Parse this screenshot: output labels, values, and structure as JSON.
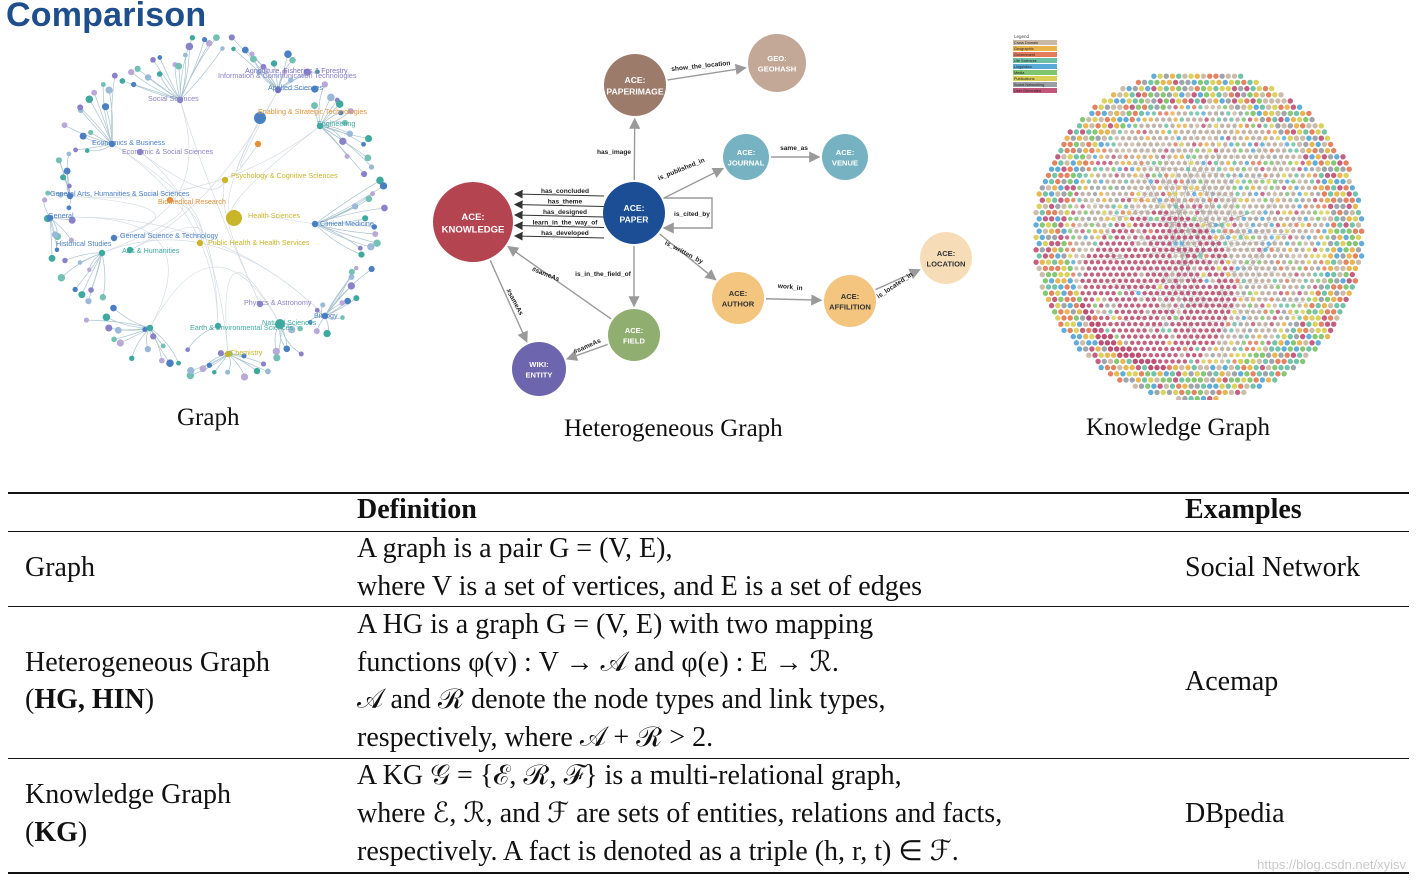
{
  "title": "Comparison",
  "panels": {
    "graph": {
      "caption": "Graph",
      "labels": [
        {
          "text": "Agriculture, Fisheries & Forestry",
          "color": "#7b6fbf"
        },
        {
          "text": "Information & Communication Technologies",
          "color": "#8a82c8"
        },
        {
          "text": "Applied Sciences",
          "color": "#4a7fc4"
        },
        {
          "text": "Social Sciences",
          "color": "#8a82c8"
        },
        {
          "text": "Enabling & Strategic Technologies",
          "color": "#e3923a"
        },
        {
          "text": "Engineering",
          "color": "#3fa9a0"
        },
        {
          "text": "Economics & Business",
          "color": "#4a7fc4"
        },
        {
          "text": "Economic & Social Sciences",
          "color": "#8a82c8"
        },
        {
          "text": "Psychology & Cognitive Sciences",
          "color": "#c9b52a"
        },
        {
          "text": "General Arts, Humanities & Social Sciences",
          "color": "#4a7fc4"
        },
        {
          "text": "Biomedical Research",
          "color": "#e3923a"
        },
        {
          "text": "Health Sciences",
          "color": "#c9b52a"
        },
        {
          "text": "Clinical Medicine",
          "color": "#4a7fc4"
        },
        {
          "text": "General",
          "color": "#4a7fc4"
        },
        {
          "text": "Historical Studies",
          "color": "#4a7fc4"
        },
        {
          "text": "General Science & Technology",
          "color": "#4a7fc4"
        },
        {
          "text": "Public Health & Health Services",
          "color": "#c9b52a"
        },
        {
          "text": "Arts & Humanities",
          "color": "#3fa9a0"
        },
        {
          "text": "Physics & Astronomy",
          "color": "#8a82c8"
        },
        {
          "text": "Biology",
          "color": "#4a7fc4"
        },
        {
          "text": "Natural Sciences",
          "color": "#3fa9a0"
        },
        {
          "text": "Earth & Environmental Sciences",
          "color": "#3fa9a0"
        },
        {
          "text": "Chemistry",
          "color": "#c9b52a"
        }
      ]
    },
    "hetero": {
      "caption": "Heterogeneous Graph",
      "nodes": {
        "paperimage": {
          "line1": "ACE:",
          "line2": "PAPERIMAGE",
          "color": "#9c7b6b"
        },
        "geohash": {
          "line1": "GEO:",
          "line2": "GEOHASH",
          "color": "#c3a797"
        },
        "journal": {
          "line1": "ACE:",
          "line2": "JOURNAL",
          "color": "#76b2c1"
        },
        "venue": {
          "line1": "ACE:",
          "line2": "VENUE",
          "color": "#76b2c1"
        },
        "knowledge": {
          "line1": "ACE:",
          "line2": "KNOWLEDGE",
          "color": "#b44450"
        },
        "paper": {
          "line1": "ACE:",
          "line2": "PAPER",
          "color": "#1b4e95"
        },
        "author": {
          "line1": "ACE:",
          "line2": "AUTHOR",
          "color": "#f3c57e"
        },
        "affilition": {
          "line1": "ACE:",
          "line2": "AFFILITION",
          "color": "#f3c57e"
        },
        "location": {
          "line1": "ACE:",
          "line2": "LOCATION",
          "color": "#f7dcb8"
        },
        "field": {
          "line1": "ACE:",
          "line2": "FIELD",
          "color": "#8fae6f"
        },
        "wiki": {
          "line1": "WIKI:",
          "line2": "ENTITY",
          "color": "#6d65ad"
        }
      },
      "edges": {
        "show_the_location": "show_the_location",
        "has_image": "has_image",
        "is_published_in": "is_published_in",
        "same_as": "same_as",
        "has_concluded": "has_concluded",
        "has_theme": "has_theme",
        "has_designed": "has_designed",
        "learn_in_the_way_of": "learn_in_the_way_of",
        "has_developed": "has_developed",
        "is_cited_by": "is_cited_by",
        "is_written_by": "is_written_by",
        "work_in": "work_in",
        "is_located_in": "is_located_in",
        "is_in_the_field_of": "is_in_the_field_of",
        "sameAs_1": "#sameAs",
        "sameAs_2": "#sameAs",
        "sameAs_3": "#sameAs"
      }
    },
    "kg": {
      "caption": "Knowledge Graph",
      "legend_title": "Legend",
      "legend_items": [
        {
          "text": "Cross Domain",
          "color": "#c9b9a6"
        },
        {
          "text": "Geographic",
          "color": "#e9b24a"
        },
        {
          "text": "Government",
          "color": "#e27c5a"
        },
        {
          "text": "Life Sciences",
          "color": "#6cc0a4"
        },
        {
          "text": "Linguistics",
          "color": "#58a9d6"
        },
        {
          "text": "Media",
          "color": "#7fc46e"
        },
        {
          "text": "Publications",
          "color": "#d9cf57"
        },
        {
          "text": "Social Networking",
          "color": "#9aa0a6"
        },
        {
          "text": "User Generated",
          "color": "#c2567a"
        }
      ]
    }
  },
  "table": {
    "headers": {
      "term": "",
      "definition": "Definition",
      "examples": "Examples"
    },
    "rows": [
      {
        "term_lines": [
          "Graph"
        ],
        "term_abbr": "",
        "definition_lines": [
          "A graph is a pair G = (V, E),",
          "where V is a set of vertices, and E is a set of edges"
        ],
        "example": "Social Network"
      },
      {
        "term_lines": [
          "Heterogeneous Graph"
        ],
        "term_abbr": "HG, HIN",
        "definition_lines": [
          "A HG is a graph G = (V, E) with two mapping",
          "functions φ(v) : V → 𝒜 and φ(e) : E → ℛ.",
          "𝒜 and ℛ denote the node types and link types,",
          "respectively, where 𝒜 + ℛ > 2."
        ],
        "example": "Acemap"
      },
      {
        "term_lines": [
          "Knowledge Graph"
        ],
        "term_abbr": "KG",
        "definition_lines": [
          "A KG 𝒢 = {ℰ, ℛ, ℱ} is a multi-relational graph,",
          "where ℰ, ℛ, and ℱ are sets of entities, relations and facts,",
          "respectively. A fact is denoted as a triple (h, r, t) ∈ ℱ."
        ],
        "example": "DBpedia"
      }
    ]
  },
  "watermark": "https://blog.csdn.net/xyisv"
}
